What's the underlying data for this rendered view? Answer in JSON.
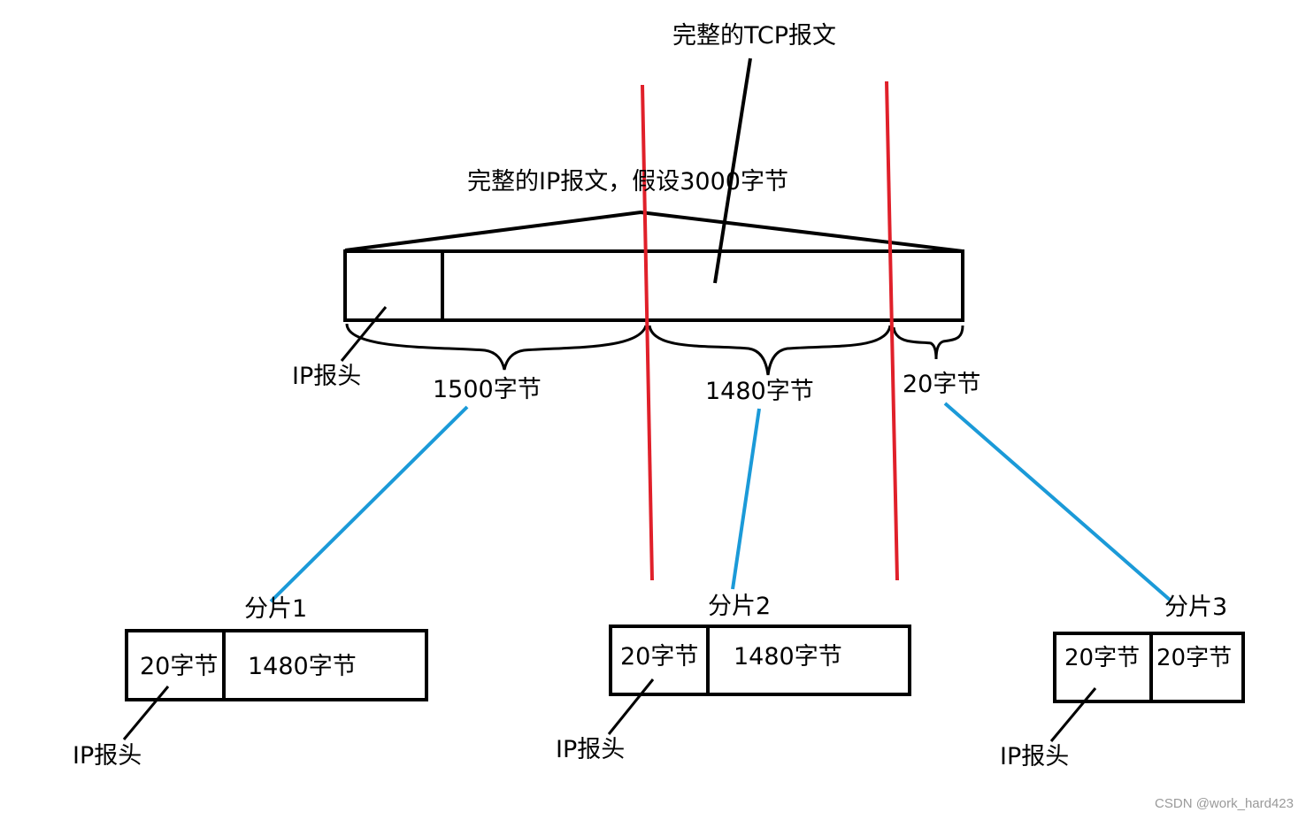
{
  "colors": {
    "ink": "#000000",
    "cut_line": "#e0202a",
    "link_line": "#1b9ad8",
    "watermark": "#9a9a9a"
  },
  "tcp_label": "完整的TCP报文",
  "ip_label": "完整的IP报文，假设3000字节",
  "whole_packet": {
    "header_label": "IP报头",
    "segments": [
      {
        "size_label": "1500字节"
      },
      {
        "size_label": "1480字节"
      },
      {
        "size_label": "20字节"
      }
    ]
  },
  "fragments": [
    {
      "title": "分片1",
      "header_cell": "20字节",
      "data_cell": "1480字节",
      "header_label": "IP报头"
    },
    {
      "title": "分片2",
      "header_cell": "20字节",
      "data_cell": "1480字节",
      "header_label": "IP报头"
    },
    {
      "title": "分片3",
      "header_cell": "20字节",
      "data_cell": "20字节",
      "header_label": "IP报头"
    }
  ],
  "watermark": "CSDN @work_hard423"
}
